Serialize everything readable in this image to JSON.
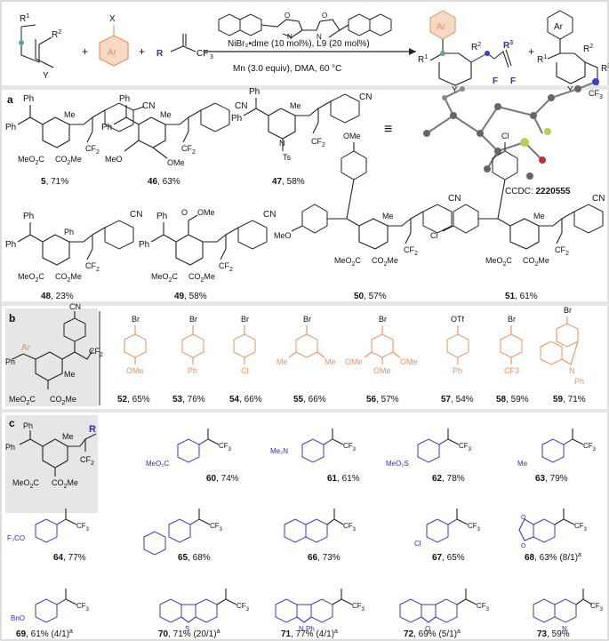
{
  "header": {
    "reagent_ar": "Ar",
    "reagent_x": "X",
    "reagent_r3": "R",
    "reagent_cf3": "CF",
    "conditions_top": "NiBr₂•dme (10 mol%), L9 (20 mol%)",
    "conditions_bottom": "Mn (3.0 equiv), DMA, 60 °C",
    "plus": "+"
  },
  "panels": {
    "a": {
      "label": "a",
      "compounds": [
        {
          "id": "5",
          "yield": ", 71%"
        },
        {
          "id": "46",
          "yield": ", 63%"
        },
        {
          "id": "47",
          "yield": ", 58%"
        },
        {
          "id": "48",
          "yield": ", 23%"
        },
        {
          "id": "49",
          "yield": ", 58%"
        },
        {
          "id": "50",
          "yield": ", 57%"
        },
        {
          "id": "51",
          "yield": ", 61%"
        }
      ],
      "ccdc_label": "CCDC: ",
      "ccdc_number": "2220555"
    },
    "b": {
      "label": "b",
      "compounds": [
        {
          "id": "52",
          "yield": ", 65%",
          "top": "Br",
          "sub": "OMe"
        },
        {
          "id": "53",
          "yield": ", 76%",
          "top": "Br",
          "sub": "Ph"
        },
        {
          "id": "54",
          "yield": ", 66%",
          "top": "Br",
          "sub": "Cl"
        },
        {
          "id": "55",
          "yield": ", 66%",
          "top": "Br",
          "sub": "Me"
        },
        {
          "id": "56",
          "yield": ", 57%",
          "top": "Br",
          "sub": "OMe"
        },
        {
          "id": "57",
          "yield": ", 54%",
          "top": "OTf",
          "sub": "Ph"
        },
        {
          "id": "58",
          "yield": ", 59%",
          "top": "Br",
          "sub": "CF3"
        },
        {
          "id": "59",
          "yield": ", 71%",
          "top": "Br",
          "sub": "Ph"
        }
      ]
    },
    "c": {
      "label": "c",
      "compounds": [
        {
          "id": "60",
          "yield": ", 74%",
          "sub": "MeO₂C"
        },
        {
          "id": "61",
          "yield": ", 61%",
          "sub": "Me₂N"
        },
        {
          "id": "62",
          "yield": ", 78%",
          "sub": "MeO₂S"
        },
        {
          "id": "63",
          "yield": ", 79%",
          "sub": "Me"
        },
        {
          "id": "64",
          "yield": ", 77%",
          "sub": "F₃CO"
        },
        {
          "id": "65",
          "yield": ", 68%",
          "sub": ""
        },
        {
          "id": "66",
          "yield": ", 73%",
          "sub": ""
        },
        {
          "id": "67",
          "yield": ", 65%",
          "sub": "Cl"
        },
        {
          "id": "68",
          "yield": ", 63% (8/1)",
          "sup": "a"
        },
        {
          "id": "69",
          "yield": ", 61% (4/1)",
          "sup": "a",
          "sub": "BnO"
        },
        {
          "id": "70",
          "yield": ", 71% (20/1)",
          "sup": "a",
          "sub": "S"
        },
        {
          "id": "71",
          "yield": ", 77% (4/1)",
          "sup": "a",
          "sub": "N Ph"
        },
        {
          "id": "72",
          "yield": ", 69% (5/1)",
          "sup": "a",
          "sub": "O"
        },
        {
          "id": "73",
          "yield": ", 59%",
          "sub": "N"
        }
      ]
    }
  },
  "colors": {
    "accent_blue": "#2b2bd6",
    "accent_orange": "#e8915a",
    "panel_gray": "#e6e6e6"
  }
}
